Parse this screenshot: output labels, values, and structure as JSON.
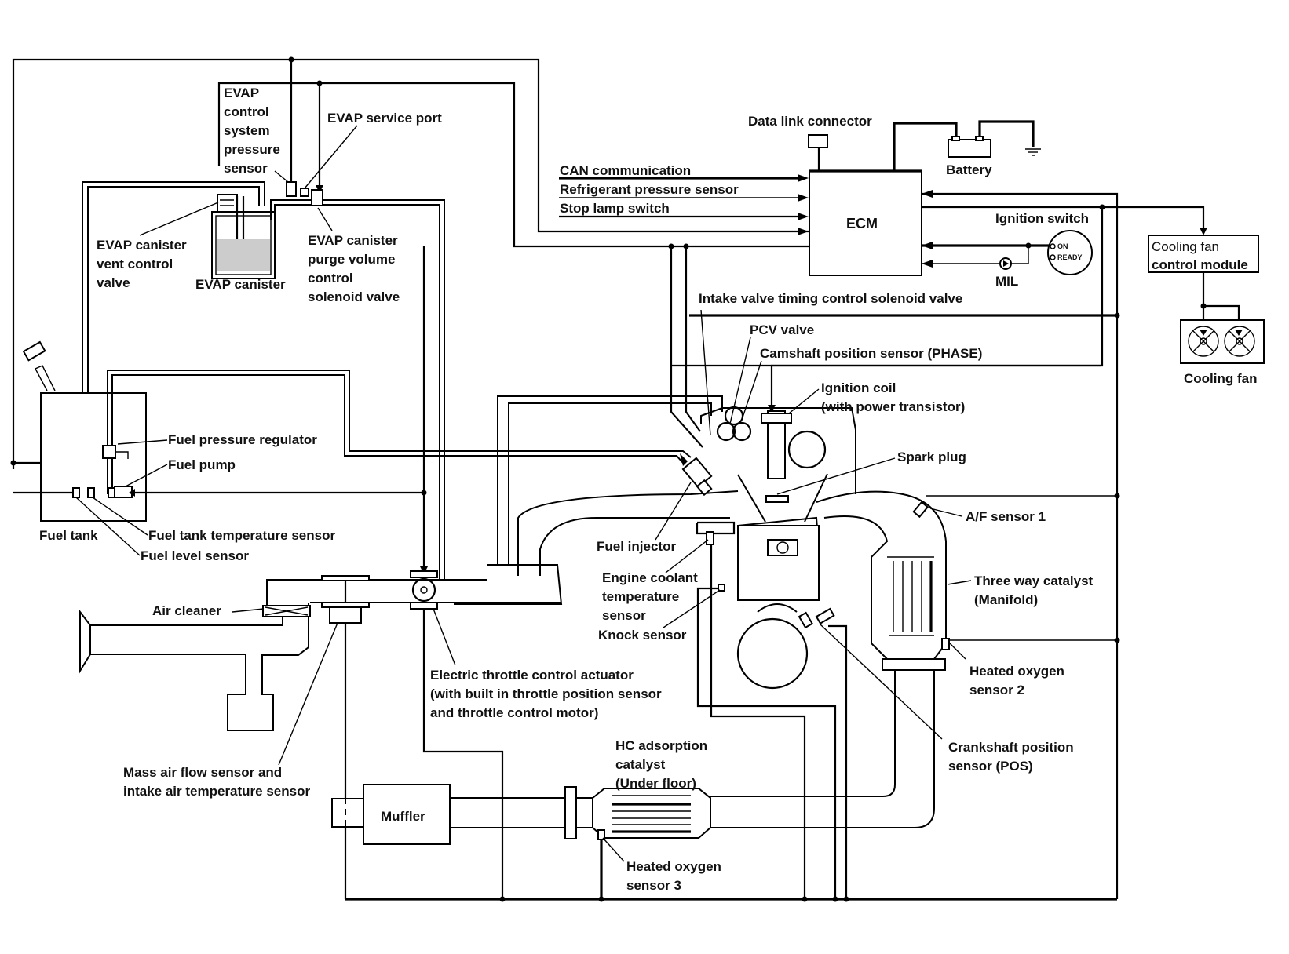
{
  "diagram": {
    "title": "Engine control system diagram",
    "components": {
      "evap_pressure_sensor": [
        "EVAP",
        "control",
        "system",
        "pressure",
        "sensor"
      ],
      "evap_service_port": "EVAP service port",
      "evap_vent_valve": [
        "EVAP canister",
        "vent control",
        "valve"
      ],
      "evap_canister": "EVAP canister",
      "evap_purge_valve": [
        "EVAP canister",
        "purge volume",
        "control",
        "solenoid valve"
      ],
      "data_link_connector": "Data link connector",
      "battery": "Battery",
      "ecm": "ECM",
      "ignition_switch": "Ignition switch",
      "ignition_on": "ON",
      "ignition_ready": "READY",
      "mil": "MIL",
      "cooling_fan_module": [
        "Cooling fan",
        "control module"
      ],
      "cooling_fan": "Cooling fan",
      "intake_valve_timing": "Intake valve timing control solenoid valve",
      "pcv_valve": "PCV valve",
      "camshaft_sensor": "Camshaft position sensor (PHASE)",
      "ignition_coil": [
        "Ignition coil",
        "(with power transistor)"
      ],
      "spark_plug": "Spark plug",
      "af_sensor_1": "A/F sensor 1",
      "three_way_catalyst": [
        "Three way catalyst",
        "(Manifold)"
      ],
      "heated_o2_sensor_2": [
        "Heated oxygen",
        "sensor 2"
      ],
      "crankshaft_sensor": [
        "Crankshaft position",
        "sensor (POS)"
      ],
      "fuel_injector": "Fuel injector",
      "engine_coolant_sensor": [
        "Engine coolant",
        "temperature",
        "sensor"
      ],
      "knock_sensor": "Knock sensor",
      "fuel_pressure_regulator": "Fuel pressure regulator",
      "fuel_pump": "Fuel pump",
      "fuel_tank": "Fuel tank",
      "fuel_tank_temp_sensor": "Fuel tank temperature sensor",
      "fuel_level_sensor": "Fuel level sensor",
      "air_cleaner": "Air cleaner",
      "throttle_actuator": [
        "Electric throttle control actuator",
        "(with built in throttle position sensor",
        "and throttle control motor)"
      ],
      "maf_sensor": [
        "Mass air flow sensor and",
        "intake air temperature sensor"
      ],
      "muffler": "Muffler",
      "hc_catalyst": [
        "HC adsorption",
        "catalyst",
        "(Under floor)"
      ],
      "heated_o2_sensor_3": [
        "Heated oxygen",
        "sensor 3"
      ]
    },
    "ecm_inputs": [
      "CAN communication",
      "Refrigerant pressure sensor",
      "Stop lamp switch"
    ]
  }
}
